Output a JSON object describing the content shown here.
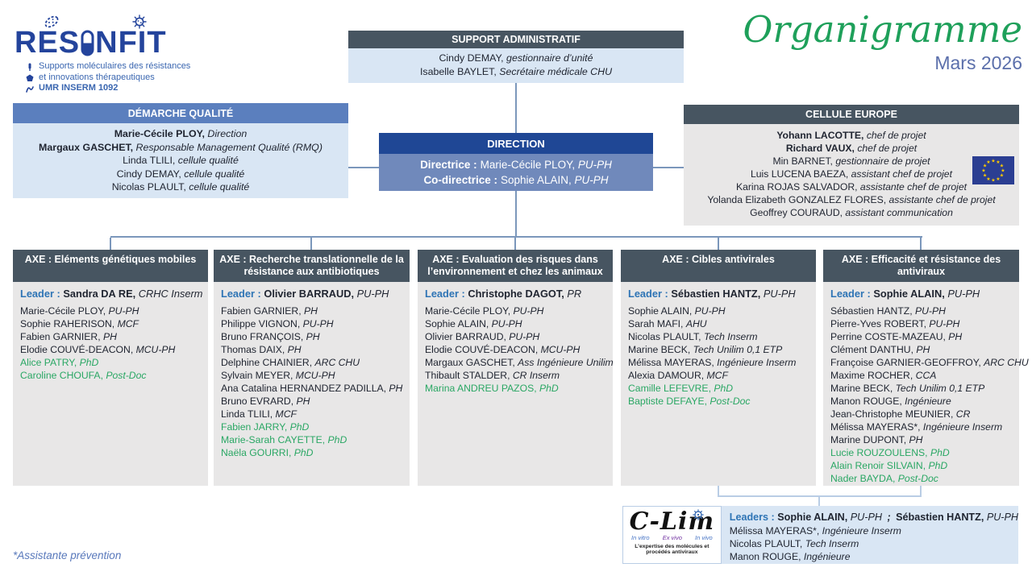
{
  "logo": {
    "brand_left": "RES",
    "brand_right": "NFIT",
    "tagline1": "Supports moléculaires des résistances",
    "tagline2": "et innovations thérapeutiques",
    "tagline3": "UMR INSERM 1092"
  },
  "title": {
    "text": "Organigramme",
    "date": "Mars 2026"
  },
  "support": {
    "title": "SUPPORT ADMINISTRATIF",
    "members": [
      {
        "n": "Cindy DEMAY",
        "r": "gestionnaire d’unité"
      },
      {
        "n": "Isabelle BAYLET",
        "r": "Secrétaire médicale CHU"
      }
    ]
  },
  "qualite": {
    "title": "DÉMARCHE QUALITÉ",
    "members": [
      {
        "n": "Marie-Cécile PLOY",
        "r": "Direction",
        "b": true
      },
      {
        "n": "Margaux GASCHET",
        "r": "Responsable Management Qualité (RMQ)",
        "b": true
      },
      {
        "n": "Linda TLILI",
        "r": "cellule qualité"
      },
      {
        "n": "Cindy DEMAY",
        "r": "cellule qualité"
      },
      {
        "n": "Nicolas PLAULT",
        "r": "cellule qualité"
      }
    ]
  },
  "direction": {
    "title": "DIRECTION",
    "rows": [
      {
        "label": "Directrice :",
        "n": "Marie-Cécile PLOY",
        "r": "PU-PH"
      },
      {
        "label": "Co-directrice :",
        "n": "Sophie ALAIN",
        "r": "PU-PH"
      }
    ]
  },
  "europe": {
    "title": "CELLULE EUROPE",
    "members": [
      {
        "n": "Yohann LACOTTE",
        "r": "chef de projet",
        "b": true
      },
      {
        "n": "Richard VAUX",
        "r": "chef de projet",
        "b": true
      },
      {
        "n": "Min BARNET",
        "r": "gestionnaire de projet"
      },
      {
        "n": "Luis LUCENA BAEZA",
        "r": "assistant chef de projet"
      },
      {
        "n": "Karina ROJAS SALVADOR",
        "r": "assistante chef de projet"
      },
      {
        "n": "Yolanda Elizabeth GONZALEZ FLORES",
        "r": "assistante chef de projet"
      },
      {
        "n": "Geoffrey COURAUD",
        "r": "assistant communication"
      }
    ]
  },
  "axes": [
    {
      "title": "AXE : Eléments génétiques mobiles",
      "leader": {
        "label": "Leader :",
        "n": "Sandra DA RE",
        "r": "CRHC Inserm"
      },
      "members": [
        {
          "n": "Marie-Cécile PLOY",
          "r": "PU-PH"
        },
        {
          "n": "Sophie RAHERISON",
          "r": "MCF"
        },
        {
          "n": "Fabien GARNIER",
          "r": "PH"
        },
        {
          "n": "Elodie COUVÉ-DEACON",
          "r": "MCU-PH"
        },
        {
          "n": "Alice PATRY",
          "r": "PhD",
          "g": true
        },
        {
          "n": "Caroline CHOUFA",
          "r": "Post-Doc",
          "g": true
        }
      ]
    },
    {
      "title": "AXE : Recherche translationnelle de la résistance aux antibiotiques",
      "leader": {
        "label": "Leader :",
        "n": "Olivier BARRAUD",
        "r": "PU-PH"
      },
      "members": [
        {
          "n": "Fabien GARNIER",
          "r": "PH"
        },
        {
          "n": "Philippe VIGNON",
          "r": "PU-PH"
        },
        {
          "n": "Bruno FRANÇOIS",
          "r": "PH"
        },
        {
          "n": "Thomas DAIX",
          "r": "PH"
        },
        {
          "n": "Delphine CHAINIER",
          "r": "ARC CHU"
        },
        {
          "n": "Sylvain MEYER",
          "r": "MCU-PH"
        },
        {
          "n": "Ana Catalina HERNANDEZ PADILLA",
          "r": "PH"
        },
        {
          "n": "Bruno EVRARD",
          "r": "PH"
        },
        {
          "n": "Linda TLILI",
          "r": "MCF"
        },
        {
          "n": "Fabien JARRY",
          "r": "PhD",
          "g": true
        },
        {
          "n": "Marie-Sarah CAYETTE",
          "r": "PhD",
          "g": true
        },
        {
          "n": "Naëla GOURRI",
          "r": "PhD",
          "g": true
        }
      ]
    },
    {
      "title": "AXE : Evaluation des risques dans l’environnement et chez les animaux",
      "leader": {
        "label": "Leader :",
        "n": "Christophe DAGOT",
        "r": "PR"
      },
      "members": [
        {
          "n": "Marie-Cécile PLOY",
          "r": "PU-PH"
        },
        {
          "n": "Sophie ALAIN",
          "r": "PU-PH"
        },
        {
          "n": "Olivier BARRAUD",
          "r": "PU-PH"
        },
        {
          "n": "Elodie COUVÉ-DEACON",
          "r": "MCU-PH"
        },
        {
          "n": "Margaux GASCHET",
          "r": "Ass Ingénieure Unilim"
        },
        {
          "n": "Thibault STALDER",
          "r": "CR Inserm"
        },
        {
          "n": "Marina ANDREU PAZOS",
          "r": "PhD",
          "g": true
        }
      ]
    },
    {
      "title": "AXE : Cibles antivirales",
      "leader": {
        "label": "Leader :",
        "n": "Sébastien HANTZ",
        "r": "PU-PH"
      },
      "members": [
        {
          "n": "Sophie ALAIN",
          "r": "PU-PH"
        },
        {
          "n": "Sarah MAFI",
          "r": "AHU"
        },
        {
          "n": "Nicolas PLAULT",
          "r": "Tech Inserm"
        },
        {
          "n": "Marine BECK",
          "r": "Tech Unilim 0,1 ETP"
        },
        {
          "n": "Mélissa MAYERAS",
          "r": "Ingénieure Inserm"
        },
        {
          "n": "Alexia DAMOUR",
          "r": "MCF"
        },
        {
          "n": "Camille LEFEVRE",
          "r": "PhD",
          "g": true
        },
        {
          "n": "Baptiste DEFAYE",
          "r": "Post-Doc",
          "g": true
        }
      ]
    },
    {
      "title": "AXE : Efficacité et résistance des antiviraux",
      "leader": {
        "label": "Leader :",
        "n": "Sophie ALAIN",
        "r": "PU-PH"
      },
      "members": [
        {
          "n": "Sébastien HANTZ",
          "r": "PU-PH"
        },
        {
          "n": "Pierre-Yves ROBERT",
          "r": "PU-PH"
        },
        {
          "n": "Perrine COSTE-MAZEAU",
          "r": "PH"
        },
        {
          "n": "Clément DANTHU",
          "r": "PH"
        },
        {
          "n": "Françoise GARNIER-GEOFFROY",
          "r": "ARC CHU"
        },
        {
          "n": "Maxime ROCHER",
          "r": "CCA"
        },
        {
          "n": "Marine BECK",
          "r": "Tech Unilim 0,1 ETP"
        },
        {
          "n": "Manon ROUGE",
          "r": "Ingénieure"
        },
        {
          "n": "Jean-Christophe MEUNIER",
          "r": "CR"
        },
        {
          "n": "Mélissa MAYERAS*",
          "r": "Ingénieure Inserm"
        },
        {
          "n": "Marine DUPONT",
          "r": "PH"
        },
        {
          "n": "Lucie ROUZOULENS",
          "r": "PhD",
          "g": true
        },
        {
          "n": "Alain Renoir SILVAIN",
          "r": "PhD",
          "g": true
        },
        {
          "n": "Nader BAYDA",
          "r": "Post-Doc",
          "g": true
        }
      ]
    }
  ],
  "clim": {
    "logo_word": "C-Lim",
    "sub_vitro": "In vitro",
    "sub_exvivo": "Ex vivo",
    "sub_vivo": "In vivo",
    "logo_tagline": "L’expertise des molécules et procédés antiviraux",
    "leaders_label": "Leaders :",
    "leader1": {
      "n": "Sophie ALAIN",
      "r": "PU-PH"
    },
    "separator": ";",
    "leader2": {
      "n": "Sébastien HANTZ",
      "r": "PU-PH"
    },
    "members": [
      {
        "n": "Mélissa MAYERAS*",
        "r": "Ingénieure Inserm"
      },
      {
        "n": "Nicolas PLAULT",
        "r": "Tech Inserm"
      },
      {
        "n": "Manon ROUGE",
        "r": "Ingénieure"
      }
    ]
  },
  "footnote": "*Assistante prévention",
  "colors": {
    "brand_navy": "#24449c",
    "header_slate": "#475561",
    "direction_header": "#1f4795",
    "direction_body": "#7089bb",
    "quality_header": "#5b7fbe",
    "light_blue_body": "#d9e6f4",
    "light_gray_body": "#e8e7e7",
    "member_green": "#2aa764",
    "leader_blue": "#2e74b5",
    "title_green": "#1ea05a",
    "date_blue": "#5b6fab",
    "connector_blue": "#7b97bb",
    "bracket_light_blue": "#b9cde5",
    "eu_flag_blue": "#2b3e92",
    "eu_flag_star_yellow": "#ffcc00"
  }
}
